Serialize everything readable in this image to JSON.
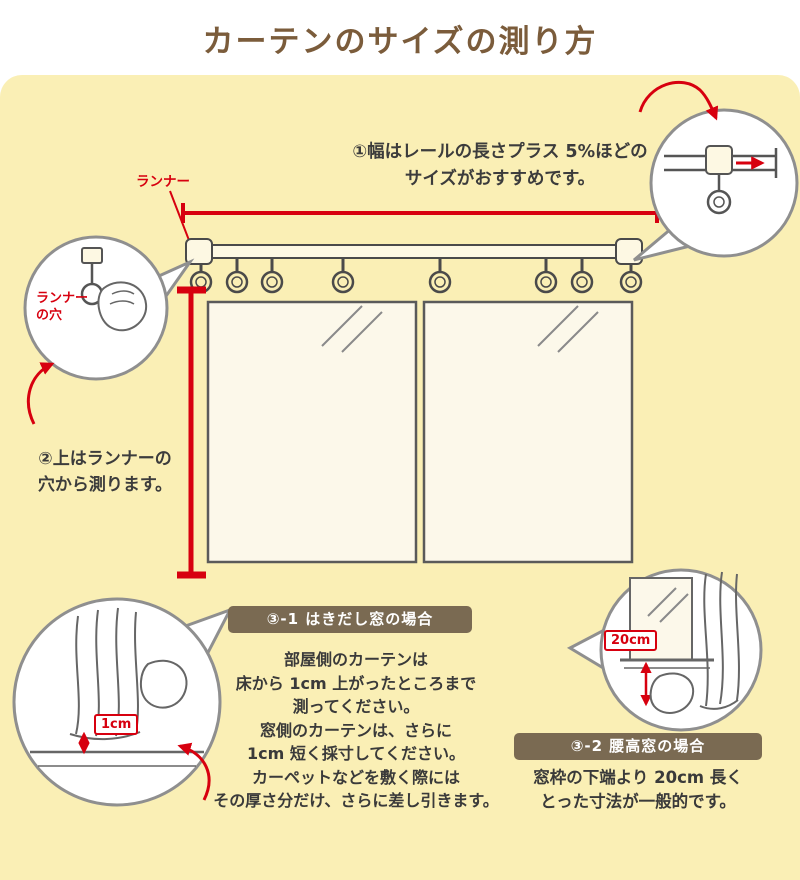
{
  "colors": {
    "background": "#faefb5",
    "title_brown": "#7b5c3b",
    "badge_brown": "#7a6a52",
    "measure_red": "#d7000f",
    "text": "#3a3a3a"
  },
  "header": {
    "title": "カーテンのサイズの測り方"
  },
  "tips": {
    "tip1_line1": "①幅はレールの長さプラス 5%ほどの",
    "tip1_line2": "サイズがおすすめです。",
    "runner_label": "ランナー",
    "runner_hole_line1": "ランナー",
    "runner_hole_line2": "の穴",
    "tip2_line1": "②上はランナーの",
    "tip2_line2": "穴から測ります。"
  },
  "case1": {
    "badge": "③-1 はきだし窓の場合",
    "lines": [
      "部屋側のカーテンは",
      "床から 1cm 上がったところまで",
      "測ってください。",
      "窓側のカーテンは、さらに",
      "1cm 短く採寸してください。",
      "カーペットなどを敷く際には",
      "その厚さ分だけ、さらに差し引きます。"
    ],
    "measure_label": "1cm"
  },
  "case2": {
    "badge": "③-2 腰高窓の場合",
    "lines": [
      "窓枠の下端より 20cm 長く",
      "とった寸法が一般的です。"
    ],
    "measure_label": "20cm"
  }
}
